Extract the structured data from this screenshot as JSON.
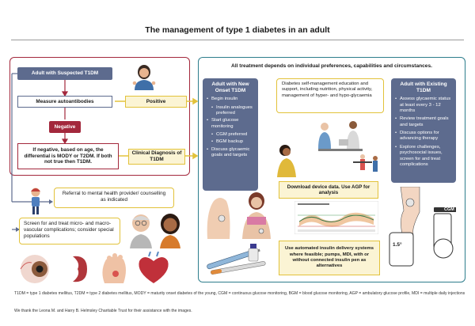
{
  "title": "The management of type 1 diabetes in an adult",
  "flow": {
    "suspected": "Adult with Suspected T1DM",
    "measure": "Measure autoantibodies",
    "positive": "Positive",
    "negative": "Negative",
    "if_negative": "If negative, based on age, the differential is MODY or T2DM. If both not true then T1DM.",
    "clinical_diagnosis": "Clinical Diagnosis of T1DM"
  },
  "referral": "Referral to mental health provider/ counselling as indicated",
  "screen": "Screen for and treat micro- and macro-vascular complications; consider special populations",
  "treatment_header": "All treatment depends on individual preferences, capabilities and circumstances.",
  "new_onset": {
    "header": "Adult with New Onset T1DM",
    "items": [
      {
        "text": "Begin insulin",
        "sub": false
      },
      {
        "text": "Insulin analogues preferred",
        "sub": true
      },
      {
        "text": "Start glucose monitoring",
        "sub": false
      },
      {
        "text": "CGM preferred",
        "sub": true
      },
      {
        "text": "BGM backup",
        "sub": true
      },
      {
        "text": "Discuss glycaemic goals and targets",
        "sub": false
      }
    ]
  },
  "education": "Diabetes self-management education and support, including nutrition, physical activity, management of hyper- and hypo-glycaemia",
  "existing": {
    "header": "Adult with Existing T1DM",
    "items": [
      "Assess glycaemic status at least every 3 - 12 months",
      "Review treatment goals and targets",
      "Discuss options for advancing therapy",
      "Explore challenges, psychosocial issues, screen for and treat complications"
    ]
  },
  "download": "Download device data. Use AGP for analysis",
  "automated": "Use automated insulin delivery systems where feasible; pumps, MDI, with or without connected insulin pen as alternatives",
  "device_labels": {
    "cgm": "CGM",
    "reading": "1.5°"
  },
  "footer": {
    "abbreviations": "T1DM = type 1 diabetes mellitus, T2DM = type 2 diabetes mellitus, MODY = maturity onset diabetes of the young, CGM = continuous glucose monitoring, BGM = blood glucose monitoring, AGP = ambulatory glucose profile, MDI = multiple daily injections",
    "thanks": "We thank the Leona M. and Harry B. Helmsley Charitable Trust for their assistance with the images."
  },
  "colors": {
    "navy": "#5d6b8e",
    "crimson": "#a3283c",
    "teal": "#2d7d8c",
    "yellow": "#e2c23a",
    "yellow_fill": "#fbf4d4"
  }
}
